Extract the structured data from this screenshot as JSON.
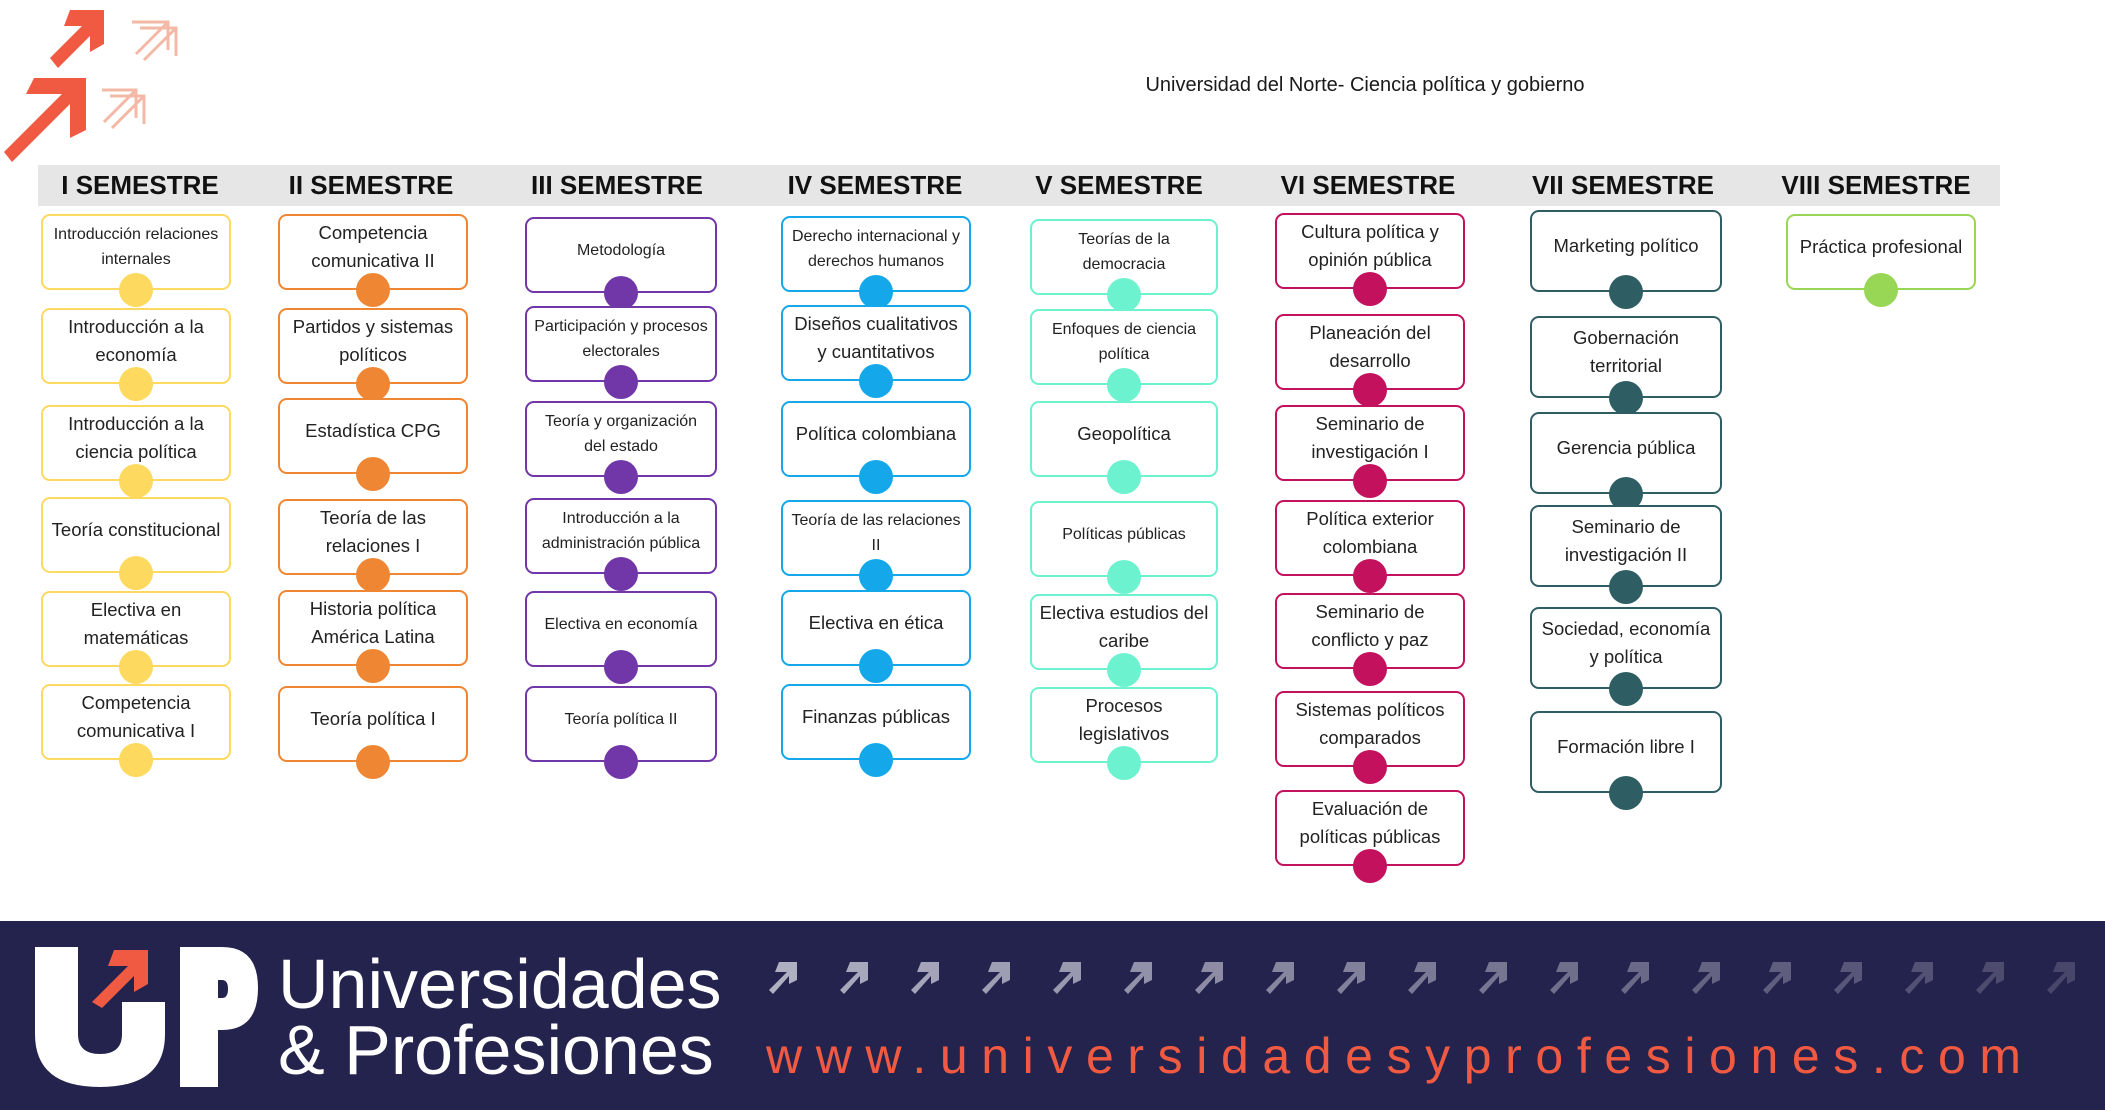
{
  "header": {
    "title": "Universidad del Norte- Ciencia política y gobierno"
  },
  "semesters": [
    {
      "label": "I SEMESTRE",
      "color": "#fdd960",
      "courses": [
        "Introducción relaciones internales",
        "Introducción a la economía",
        "Introducción a la ciencia política",
        "Teoría constitucional",
        "Electiva en matemáticas",
        "Competencia comunicativa I"
      ]
    },
    {
      "label": "II SEMESTRE",
      "color": "#ee8633",
      "courses": [
        "Competencia comunicativa II",
        "Partidos y sistemas políticos",
        "Estadística CPG",
        "Teoría de las relaciones I",
        "Historia política América Latina",
        "Teoría política I"
      ]
    },
    {
      "label": "III SEMESTRE",
      "color": "#7136a7",
      "courses": [
        "Metodología",
        "Participación y procesos electorales",
        "Teoría y organización del estado",
        "Introducción a la administración pública",
        "Electiva en economía",
        "Teoría política II"
      ]
    },
    {
      "label": "IV SEMESTRE",
      "color": "#14a8ea",
      "courses": [
        "Derecho internacional y derechos humanos",
        "Diseños cualitativos y cuantitativos",
        "Política colombiana",
        "Teoría de las relaciones II",
        "Electiva en ética",
        "Finanzas públicas"
      ]
    },
    {
      "label": "V SEMESTRE",
      "color": "#6df2cf",
      "courses": [
        "Teorías de la democracia",
        "Enfoques de ciencia política",
        "Geopolítica",
        "Políticas públicas",
        "Electiva estudios del caribe",
        "Procesos legislativos"
      ]
    },
    {
      "label": "VI SEMESTRE",
      "color": "#c3115e",
      "courses": [
        "Cultura política y opinión pública",
        "Planeación del desarrollo",
        "Seminario de investigación I",
        "Política exterior colombiana",
        "Seminario de conflicto y paz",
        "Sistemas políticos comparados",
        "Evaluación de políticas públicas"
      ]
    },
    {
      "label": "VII SEMESTRE",
      "color": "#2e5e63",
      "courses": [
        "Marketing político",
        "Gobernación territorial",
        "Gerencia pública",
        "Seminario de investigación II",
        "Sociedad, economía y política",
        "Formación libre I"
      ]
    },
    {
      "label": "VIII SEMESTRE",
      "color": "#98d655",
      "courses": [
        "Práctica profesional"
      ]
    }
  ],
  "footer": {
    "brand_line1": "Universidades",
    "brand_line2": "& Profesiones",
    "website": "www.universidadesyprofesiones.com",
    "accent_color": "#f15a42",
    "background_color": "#24234d"
  }
}
